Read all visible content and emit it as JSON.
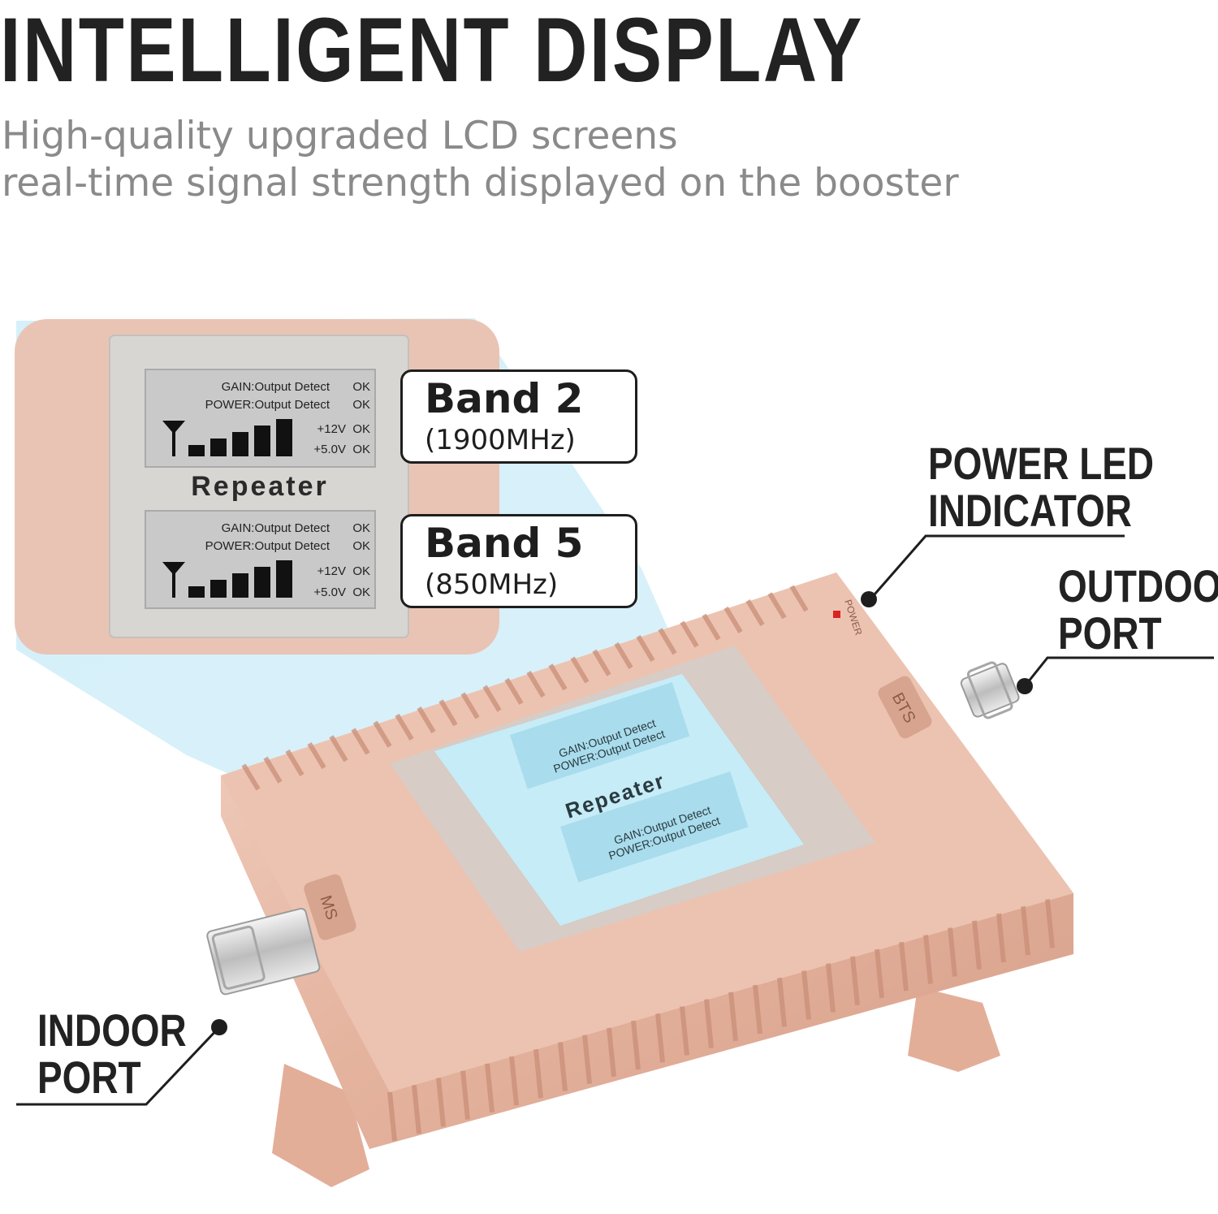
{
  "headline": "INTELLIGENT DISPLAY",
  "subtitle_lines": [
    "High-quality upgraded LCD screens",
    "real-time signal strength displayed on the booster"
  ],
  "display": {
    "center_label": "Repeater",
    "screens": [
      {
        "rows": [
          {
            "label": "GAIN:Output Detect",
            "status": "OK"
          },
          {
            "label": "POWER:Output Detect",
            "status": "OK"
          },
          {
            "label": "+12V",
            "status": "OK"
          },
          {
            "label": "+5.0V",
            "status": "OK"
          }
        ],
        "signal_level": 5,
        "signal_max": 5
      },
      {
        "rows": [
          {
            "label": "GAIN:Output Detect",
            "status": "OK"
          },
          {
            "label": "POWER:Output Detect",
            "status": "OK"
          },
          {
            "label": "+12V",
            "status": "OK"
          },
          {
            "label": "+5.0V",
            "status": "OK"
          }
        ],
        "signal_level": 5,
        "signal_max": 5
      }
    ]
  },
  "bands": [
    {
      "name": "Band 2",
      "freq": "(1900MHz)"
    },
    {
      "name": "Band 5",
      "freq": "(850MHz)"
    }
  ],
  "callouts": {
    "power_led": [
      "POWER LED",
      "INDICATOR"
    ],
    "outdoor_port": [
      "OUTDOOR",
      "PORT"
    ],
    "indoor_port": [
      "INDOOR",
      "PORT"
    ]
  },
  "device_labels": {
    "bts": "BTS",
    "ms": "MS",
    "power": "POWER"
  },
  "colors": {
    "rose_gold": "#e6b9a5",
    "lcd_blue": "#bfe6f2",
    "lcd_gray": "#c9c9c9",
    "text_dark": "#222222",
    "text_gray": "#8a8a8a",
    "led_red": "#d9231f"
  }
}
